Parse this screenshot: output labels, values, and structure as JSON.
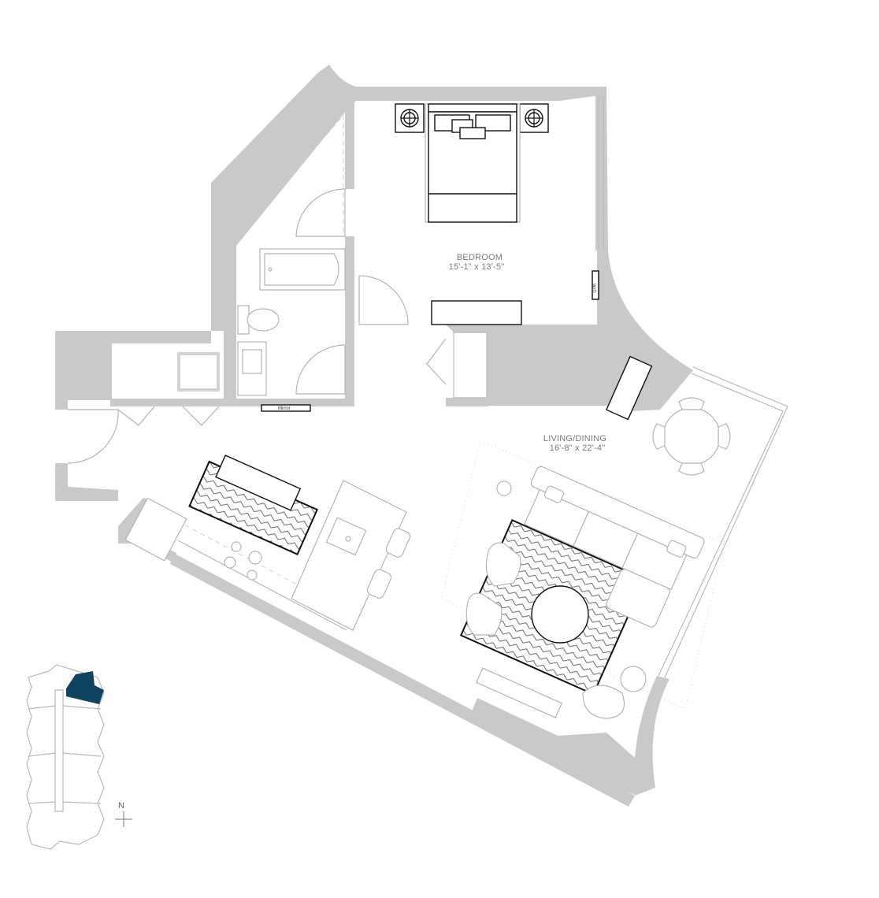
{
  "rooms": {
    "bedroom": {
      "name": "BEDROOM",
      "dimensions": "15'-1\" x 13'-5\""
    },
    "living_dining": {
      "name": "LIVING/DINING",
      "dimensions": "16'-8\" x 22'-4\""
    }
  },
  "labels": {
    "mirror": "Mirror",
    "closet_tag": "W/D"
  },
  "compass": {
    "north": "N"
  },
  "keyplan": {
    "highlight_color": "#0f4461"
  },
  "colors": {
    "wall": "#c9c9c9",
    "outline": "#111111"
  }
}
